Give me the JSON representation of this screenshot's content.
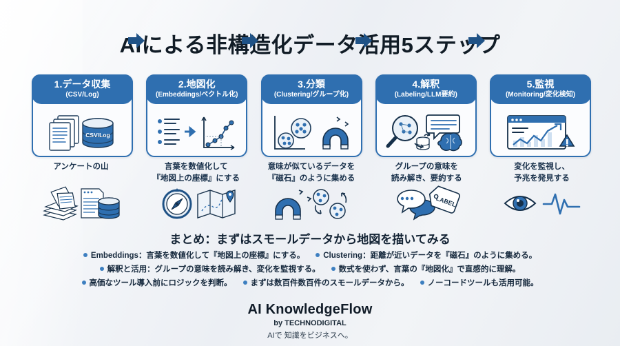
{
  "header": {
    "title": "AIによる非構造化データ活用5ステップ"
  },
  "steps": [
    {
      "title": "1.データ収集",
      "subtitle": "(CSV/Log)",
      "caption": "アンケートの山",
      "card_icon": "documents-database-icon",
      "illustration_icon": "document-pile-database-icon",
      "db_label": "CSV/Log"
    },
    {
      "title": "2.地図化",
      "subtitle": "(Embeddings/ベクトル化)",
      "caption": "言葉を数値化して\n『地図上の座標』にする",
      "caption_line1": "言葉を数値化して",
      "caption_line2": "『地図上の座標』にする",
      "card_icon": "list-to-scatterplot-icon",
      "illustration_icon": "compass-map-icon"
    },
    {
      "title": "3.分類",
      "subtitle": "(Clustering/グループ化)",
      "caption_line1": "意味が似ているデータを",
      "caption_line2": "『磁石』のように集める",
      "card_icon": "cluster-magnet-icon",
      "illustration_icon": "magnet-clusters-icon"
    },
    {
      "title": "4.解釈",
      "subtitle": "(Labeling/LLM要約)",
      "caption_line1": "グループの意味を",
      "caption_line2": "読み解き、要約する",
      "card_icon": "magnifier-brain-speech-icon",
      "illustration_icon": "speech-bubbles-label-tag-icon",
      "label_tag_text": "LABEL"
    },
    {
      "title": "5.監視",
      "subtitle": "(Monitoring/変化検知)",
      "caption_line1": "変化を監視し、",
      "caption_line2": "予兆を発見する",
      "card_icon": "dashboard-chart-alert-icon",
      "illustration_icon": "eye-pulse-icon"
    }
  ],
  "summary": {
    "title": "まとめ：まずはスモールデータから地図を描いてみる",
    "rows": [
      [
        "Embeddings：言葉を数値化して『地図上の座標』にする。",
        "Clustering：距離が近いデータを『磁石』のように集める。"
      ],
      [
        "解釈と活用：グループの意味を読み解き、変化を監視する。",
        "数式を使わず、言葉の『地図化』で直感的に理解。"
      ],
      [
        "高価なツール導入前にロジックを判断。",
        "まずは数百件数百件のスモールデータから。",
        "ノーコードツールも活用可能。"
      ]
    ]
  },
  "footer": {
    "brand": "AI KnowledgeFlow",
    "by": "by TECHNODIGITAL",
    "tagline": "AIで 知識をビジネスへ。"
  },
  "colors": {
    "accent": "#2f6fb0",
    "accent_dark": "#1f5286",
    "accent_light": "#bcd4ea",
    "bullet": "#3d7fc0",
    "ink": "#11243a"
  }
}
